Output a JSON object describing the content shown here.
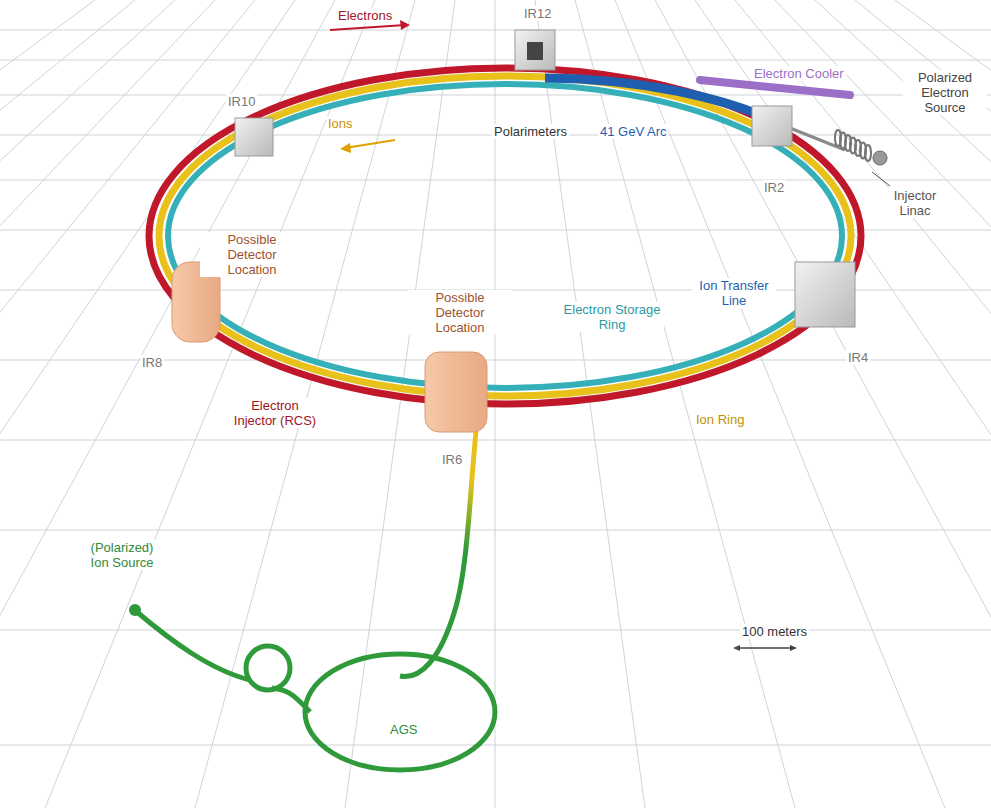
{
  "diagram": {
    "labels": [
      "Electrons",
      "IR12",
      "IR10",
      "Ions",
      "Polarimeters",
      "41 GeV Arc",
      "Electron Cooler",
      "Polarized Electron Source",
      "IR2",
      "Injector Linac",
      "Possible Detector Location",
      "IR8",
      "Possible Detector Location",
      "Ion Transfer Line",
      "Electron Storage Ring",
      "IR4",
      "Electron Injector (RCS)",
      "IR6",
      "Ion Ring",
      "(Polarized) Ion Source",
      "AGS",
      "100 meters"
    ]
  }
}
